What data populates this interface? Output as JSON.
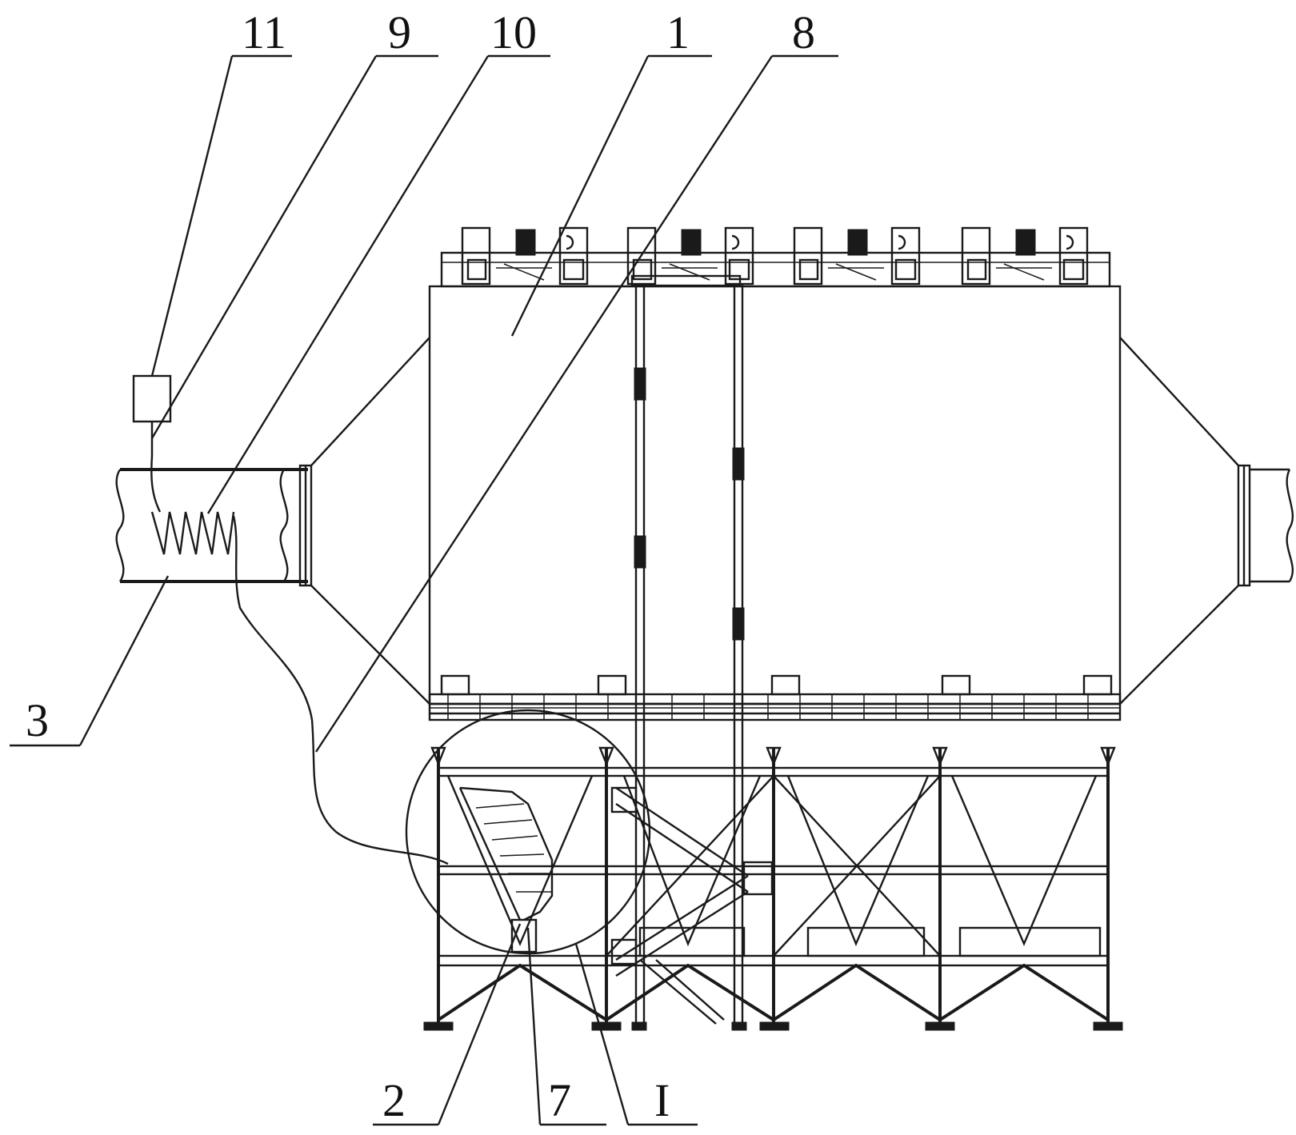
{
  "labels": [
    {
      "id": "11",
      "text": "11"
    },
    {
      "id": "9",
      "text": "9"
    },
    {
      "id": "10",
      "text": "10"
    },
    {
      "id": "1",
      "text": "1"
    },
    {
      "id": "8",
      "text": "8"
    },
    {
      "id": "3",
      "text": "3"
    },
    {
      "id": "2",
      "text": "2"
    },
    {
      "id": "7",
      "text": "7"
    },
    {
      "id": "I",
      "text": "I"
    }
  ]
}
